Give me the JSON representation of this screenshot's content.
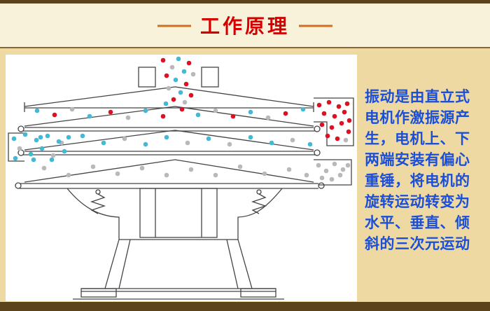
{
  "header": {
    "title": "工作原理",
    "dash": "—"
  },
  "description": {
    "text": "振动是由直立式\n电机作激振源产\n生，电机上、下\n两端安装有偏心\n重锤，将电机的\n旋转运动转变为\n水平、垂直、倾\n斜的三次元运动"
  },
  "colors": {
    "accent_red": "#d40000",
    "dash_orange": "#cf6f1f",
    "text_blue": "#1c4fd8",
    "bg_tan": "#eed9a2",
    "header_bg": "#f9f2da",
    "strip_brown": "#5d431c",
    "panel_white": "#ffffff",
    "line_stroke": "#444444",
    "dot_red": "#dd1122",
    "dot_cyan": "#45b8d8",
    "dot_gray": "#b9b9b9"
  },
  "diagram": {
    "machine_label": "rotary-vibrating-sieve",
    "dots": [
      [
        225,
        8,
        "r"
      ],
      [
        247,
        6,
        "c"
      ],
      [
        262,
        12,
        "r"
      ],
      [
        238,
        18,
        "g"
      ],
      [
        255,
        24,
        "c"
      ],
      [
        230,
        30,
        "r"
      ],
      [
        268,
        28,
        "g"
      ],
      [
        243,
        36,
        "c"
      ],
      [
        258,
        42,
        "r"
      ],
      [
        233,
        48,
        "g"
      ],
      [
        250,
        54,
        "c"
      ],
      [
        265,
        58,
        "r"
      ],
      [
        240,
        64,
        "r"
      ],
      [
        256,
        68,
        "g"
      ],
      [
        229,
        70,
        "c"
      ],
      [
        45,
        80,
        "c"
      ],
      [
        70,
        86,
        "r"
      ],
      [
        95,
        78,
        "g"
      ],
      [
        120,
        88,
        "c"
      ],
      [
        150,
        82,
        "r"
      ],
      [
        175,
        90,
        "g"
      ],
      [
        200,
        80,
        "c"
      ],
      [
        225,
        88,
        "r"
      ],
      [
        252,
        78,
        "r"
      ],
      [
        275,
        86,
        "c"
      ],
      [
        300,
        80,
        "g"
      ],
      [
        325,
        88,
        "r"
      ],
      [
        350,
        82,
        "c"
      ],
      [
        375,
        90,
        "g"
      ],
      [
        400,
        84,
        "r"
      ],
      [
        425,
        78,
        "c"
      ],
      [
        50,
        118,
        "c"
      ],
      [
        80,
        126,
        "g"
      ],
      [
        110,
        116,
        "c"
      ],
      [
        140,
        126,
        "c"
      ],
      [
        170,
        120,
        "g"
      ],
      [
        200,
        128,
        "c"
      ],
      [
        230,
        118,
        "c"
      ],
      [
        260,
        126,
        "g"
      ],
      [
        290,
        120,
        "c"
      ],
      [
        320,
        128,
        "g"
      ],
      [
        350,
        118,
        "c"
      ],
      [
        380,
        126,
        "c"
      ],
      [
        410,
        122,
        "g"
      ],
      [
        435,
        128,
        "c"
      ],
      [
        55,
        162,
        "g"
      ],
      [
        90,
        172,
        "g"
      ],
      [
        125,
        160,
        "g"
      ],
      [
        160,
        170,
        "g"
      ],
      [
        195,
        162,
        "g"
      ],
      [
        230,
        172,
        "g"
      ],
      [
        265,
        164,
        "g"
      ],
      [
        300,
        172,
        "g"
      ],
      [
        335,
        160,
        "g"
      ],
      [
        370,
        170,
        "g"
      ],
      [
        405,
        164,
        "g"
      ],
      [
        430,
        172,
        "g"
      ],
      [
        448,
        72,
        "r"
      ],
      [
        462,
        68,
        "r"
      ],
      [
        476,
        74,
        "r"
      ],
      [
        488,
        70,
        "r"
      ],
      [
        455,
        84,
        "r"
      ],
      [
        470,
        88,
        "r"
      ],
      [
        484,
        82,
        "r"
      ],
      [
        491,
        94,
        "r"
      ],
      [
        452,
        100,
        "r"
      ],
      [
        466,
        104,
        "r"
      ],
      [
        480,
        98,
        "r"
      ],
      [
        490,
        110,
        "r"
      ],
      [
        460,
        116,
        "r"
      ],
      [
        474,
        120,
        "r"
      ],
      [
        486,
        122,
        "g"
      ],
      [
        447,
        158,
        "g"
      ],
      [
        458,
        166,
        "g"
      ],
      [
        470,
        156,
        "g"
      ],
      [
        482,
        164,
        "g"
      ],
      [
        489,
        158,
        "g"
      ],
      [
        452,
        176,
        "g"
      ],
      [
        466,
        178,
        "g"
      ],
      [
        478,
        172,
        "g"
      ],
      [
        12,
        120,
        "c"
      ],
      [
        28,
        114,
        "c"
      ],
      [
        44,
        122,
        "c"
      ],
      [
        60,
        116,
        "c"
      ],
      [
        76,
        124,
        "c"
      ],
      [
        90,
        118,
        "c"
      ],
      [
        20,
        134,
        "g"
      ],
      [
        36,
        142,
        "c"
      ],
      [
        52,
        134,
        "c"
      ],
      [
        68,
        144,
        "g"
      ],
      [
        84,
        138,
        "c"
      ],
      [
        14,
        148,
        "c"
      ],
      [
        40,
        150,
        "c"
      ],
      [
        66,
        150,
        "c"
      ]
    ]
  }
}
